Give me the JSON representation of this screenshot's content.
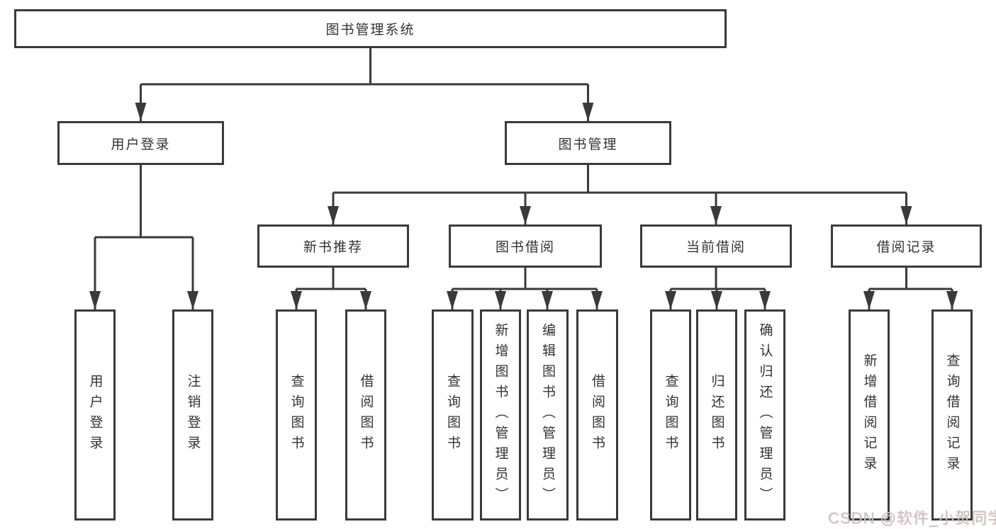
{
  "diagram": {
    "root": "图书管理系统",
    "user_login": "用户登录",
    "book_mgmt": "图书管理",
    "new_rec": "新书推荐",
    "borrow": "图书借阅",
    "current": "当前借阅",
    "records": "借阅记录",
    "leaves": {
      "user_login_1": "用户登录",
      "user_login_2": "注销登录",
      "new_rec_1": "查询图书",
      "new_rec_2": "借阅图书",
      "borrow_1": "查询图书",
      "borrow_2": "新增图书（管理员）",
      "borrow_3": "编辑图书（管理员）",
      "borrow_4": "借阅图书",
      "current_1": "查询图书",
      "current_2": "归还图书",
      "current_3": "确认归还（管理员）",
      "records_1": "新增借阅记录",
      "records_2": "查询借阅记录"
    },
    "line_color": "#3a3a3a"
  },
  "watermark": "CSDN @软件_小贺同学"
}
